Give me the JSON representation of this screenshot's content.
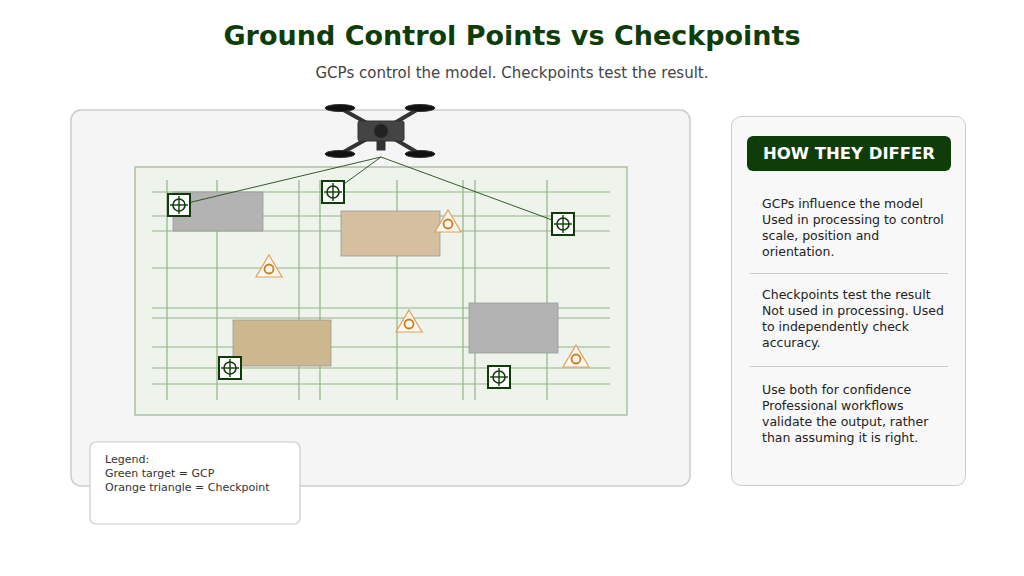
{
  "diagram": {
    "title": "Ground Control Points vs Checkpoints",
    "nodes": [
      {
        "text": [
          "GCPs influence the model",
          "Used in processing to control scale, position and orientation.",
          "Checkpoints test the result",
          "Not used in processing. Used to independently check accuracy.",
          "Use both for confidence",
          "Professional workflows validate the output, rather than assuming it is right."
        ]
      },
      {
        "text": [
          "HOW THEY DIFFER"
        ],
        "in": 0
      }
    ],
    "labels": [
      "GCPs control the model. Checkpoints test the result.",
      "Legend:"
    ],
    "legend": [
      {
        "text": "Green target = GCP"
      },
      {
        "text": "Orange triangle = Checkpoint"
      }
    ]
  }
}
